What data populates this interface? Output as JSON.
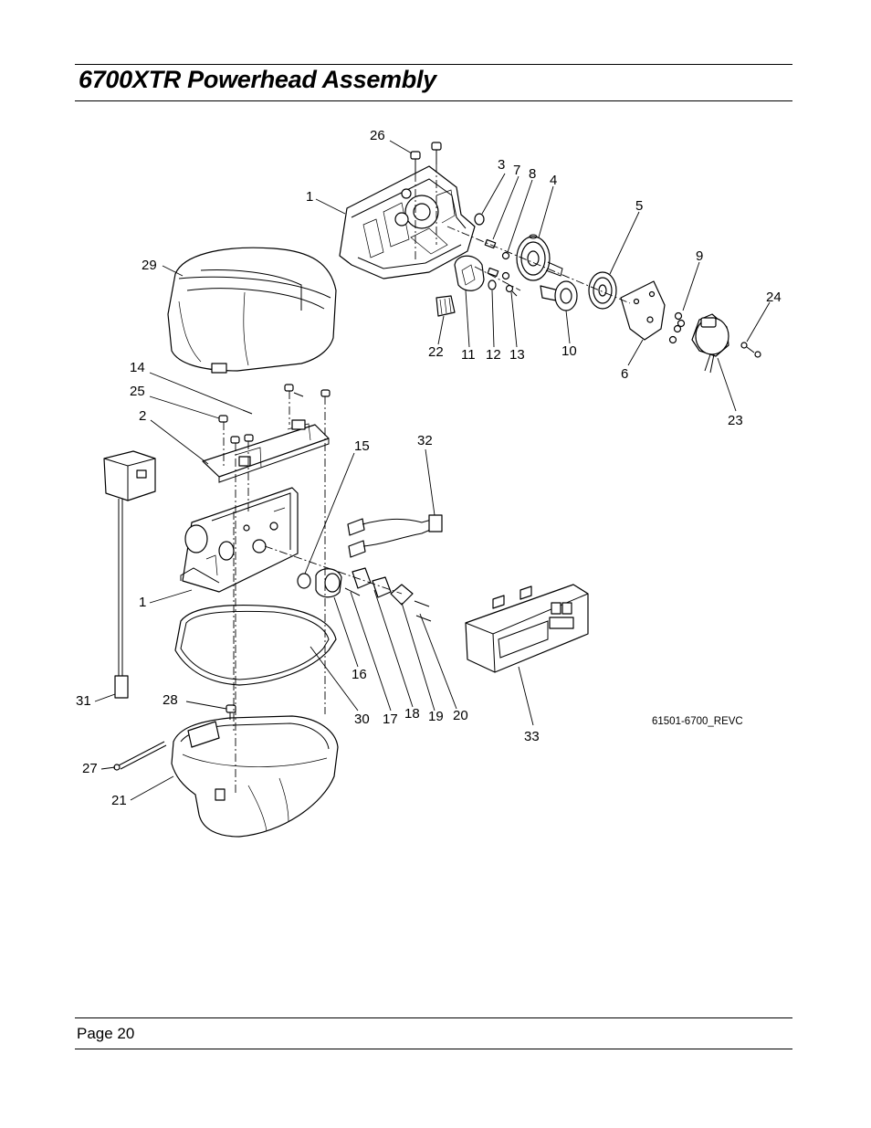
{
  "header": {
    "title": "6700XTR Powerhead Assembly"
  },
  "footer": {
    "page": "Page 20"
  },
  "diagram": {
    "drawing_ref": "61501-6700_REVC",
    "callouts": [
      {
        "label": "26"
      },
      {
        "label": "3"
      },
      {
        "label": "7"
      },
      {
        "label": "8"
      },
      {
        "label": "4"
      },
      {
        "label": "1"
      },
      {
        "label": "5"
      },
      {
        "label": "29"
      },
      {
        "label": "9"
      },
      {
        "label": "24"
      },
      {
        "label": "22"
      },
      {
        "label": "11"
      },
      {
        "label": "12"
      },
      {
        "label": "13"
      },
      {
        "label": "10"
      },
      {
        "label": "6"
      },
      {
        "label": "14"
      },
      {
        "label": "25"
      },
      {
        "label": "23"
      },
      {
        "label": "2"
      },
      {
        "label": "32"
      },
      {
        "label": "15"
      },
      {
        "label": "1"
      },
      {
        "label": "16"
      },
      {
        "label": "31"
      },
      {
        "label": "28"
      },
      {
        "label": "30"
      },
      {
        "label": "17"
      },
      {
        "label": "18"
      },
      {
        "label": "19"
      },
      {
        "label": "20"
      },
      {
        "label": "33"
      },
      {
        "label": "27"
      },
      {
        "label": "21"
      }
    ]
  }
}
